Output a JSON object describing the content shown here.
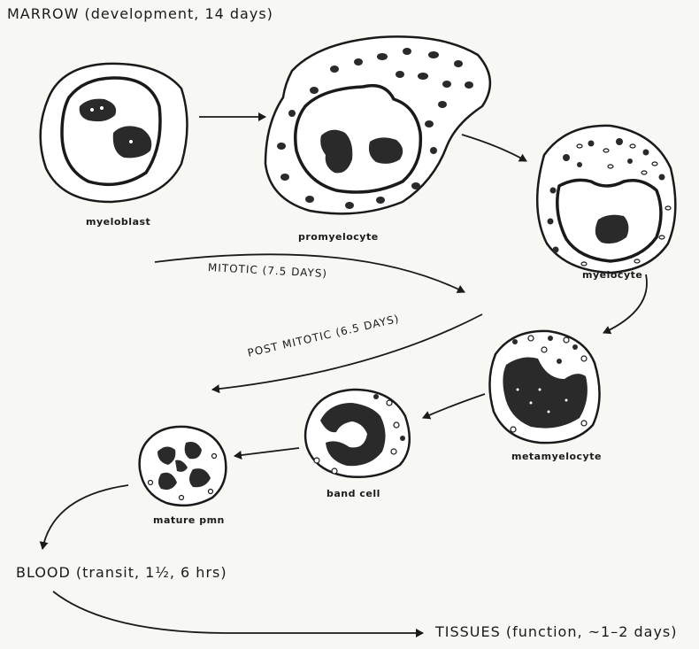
{
  "header": {
    "title": "MARROW (development, 14 days)"
  },
  "cells": {
    "myeloblast": "myeloblast",
    "promyelocyte": "promyelocyte",
    "myelocyte": "myelocyte",
    "metamyelocyte": "metamyelocyte",
    "band_cell": "band cell",
    "mature_pmn": "mature pmn"
  },
  "phases": {
    "mitotic": "MITOTIC (7.5 DAYS)",
    "post_mitotic": "POST MITOTIC (6.5 DAYS)"
  },
  "footer": {
    "blood": "BLOOD (transit, 1½, 6 hrs)",
    "tissues": "TISSUES (function, ~1–2 days)"
  },
  "colors": {
    "ink": "#1a1a1a",
    "paper": "#f7f7f4"
  }
}
